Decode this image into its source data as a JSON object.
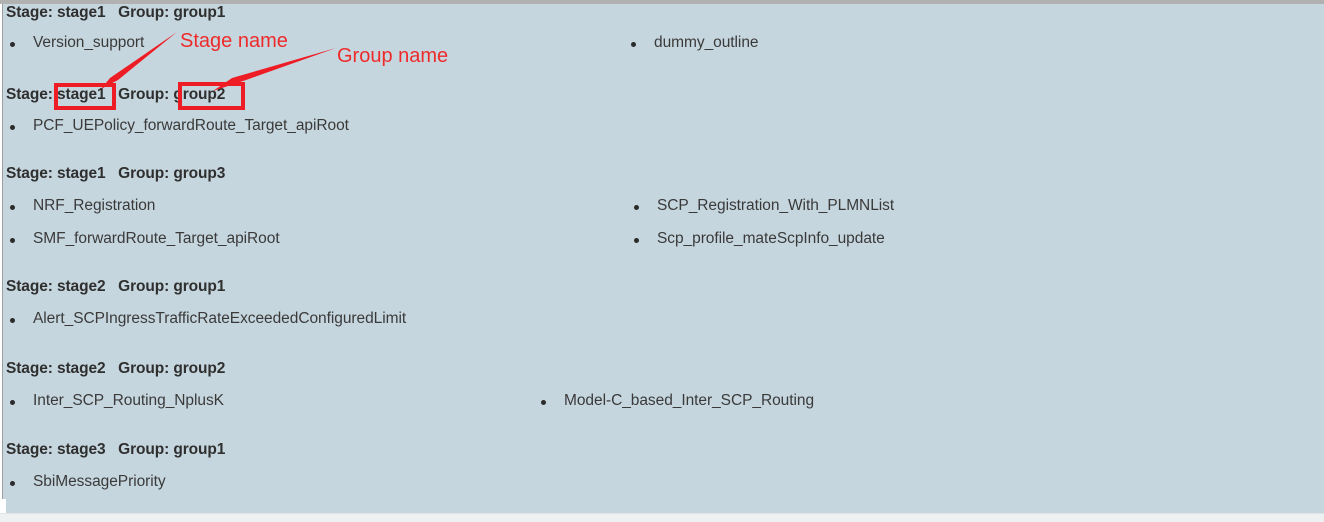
{
  "colors": {
    "background": "#c6d6de",
    "text": "#3a3a3a",
    "heading": "#2f2f2f",
    "annotation_red": "#ee1c24",
    "frame_grey": "#b1b1b1"
  },
  "document": {
    "sections": [
      {
        "heading": "Stage: stage1   Group: group1",
        "stage": "stage1",
        "group": "group1",
        "items_left": [
          "Version_support"
        ],
        "items_right": [
          "dummy_outline"
        ]
      },
      {
        "heading": "Stage: stage1   Group: group2",
        "stage": "stage1",
        "group": "group2",
        "items_left": [
          "PCF_UEPolicy_forwardRoute_Target_apiRoot"
        ],
        "items_right": []
      },
      {
        "heading": "Stage: stage1   Group: group3",
        "stage": "stage1",
        "group": "group3",
        "items_left": [
          "NRF_Registration",
          "SMF_forwardRoute_Target_apiRoot"
        ],
        "items_right": [
          "SCP_Registration_With_PLMNList",
          "Scp_profile_mateScpInfo_update"
        ]
      },
      {
        "heading": "Stage: stage2   Group: group1",
        "stage": "stage2",
        "group": "group1",
        "items_left": [
          "Alert_SCPIngressTrafficRateExceededConfiguredLimit"
        ],
        "items_right": []
      },
      {
        "heading": "Stage: stage2   Group: group2",
        "stage": "stage2",
        "group": "group2",
        "items_left": [
          "Inter_SCP_Routing_NplusK"
        ],
        "items_right": [
          "Model-C_based_Inter_SCP_Routing"
        ]
      },
      {
        "heading": "Stage: stage3   Group: group1",
        "stage": "stage3",
        "group": "group1",
        "items_left": [
          "SbiMessagePriority"
        ],
        "items_right": []
      }
    ]
  },
  "annotations": {
    "stage_label": "Stage name",
    "group_label": "Group name"
  },
  "headings": {
    "h0": "Stage: stage1   Group: group1",
    "h1_prefix": "Stage: ",
    "h1_stage": "stage1",
    "h1_mid": "   Group: ",
    "h1_group": "group2",
    "h2": "Stage: stage1   Group: group3",
    "h3": "Stage: stage2   Group: group1",
    "h4": "Stage: stage2   Group: group2",
    "h5": "Stage: stage3   Group: group1"
  },
  "items": {
    "version_support": "Version_support",
    "dummy_outline": "dummy_outline",
    "pcf_uepolicy": "PCF_UEPolicy_forwardRoute_Target_apiRoot",
    "nrf_registration": "NRF_Registration",
    "smf_forwardroute": "SMF_forwardRoute_Target_apiRoot",
    "scp_registration_plmn": "SCP_Registration_With_PLMNList",
    "scp_profile_mate": "Scp_profile_mateScpInfo_update",
    "alert_scpingress": "Alert_SCPIngressTrafficRateExceededConfiguredLimit",
    "inter_scp_nplusk": "Inter_SCP_Routing_NplusK",
    "model_c_based": "Model-C_based_Inter_SCP_Routing",
    "sbi_message_priority": "SbiMessagePriority"
  }
}
